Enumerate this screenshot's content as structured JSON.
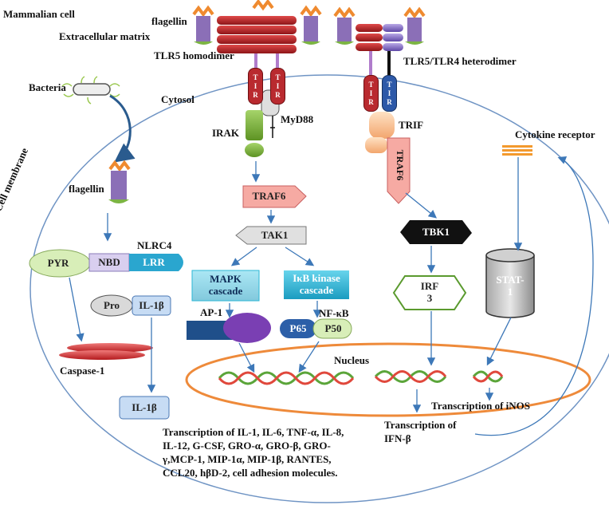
{
  "labels": {
    "mammalian_cell": "Mammalian cell",
    "extracellular_matrix": "Extracellular matrix",
    "flagellin_top": "flagellin",
    "flagellin_left": "flagellin",
    "tlr5_homodimer": "TLR5 homodimer",
    "tlr5_tlr4_heterodimer": "TLR5/TLR4 heterodimer",
    "bacteria": "Bacteria",
    "cytosol": "Cytosol",
    "cell_membrane": "Cell membrane",
    "myd88": "MyD88",
    "irak": "IRAK",
    "trif": "TRIF",
    "traf6_right": "TRAF6",
    "cytokine_receptor": "Cytokine receptor",
    "nlrc4": "NLRC4",
    "caspase1": "Caspase-1",
    "ap1": "AP-1",
    "nfkb": "NF-κB",
    "nucleus": "Nucleus"
  },
  "tir": [
    "T",
    "I",
    "R"
  ],
  "nodes": {
    "traf6": "TRAF6",
    "tak1": "TAK1",
    "tbk1": "TBK1",
    "irf3_line1": "IRF",
    "irf3_line2": "3",
    "stat1_line1": "STAT-",
    "stat1_line2": "1",
    "pyr": "PYR",
    "nbd": "NBD",
    "lrr": "LRR",
    "pro": "Pro",
    "il1b_pro": "IL-1β",
    "il1b_mature": "IL-1β",
    "mapk_line1": "MAPK",
    "mapk_line2": "cascade",
    "ikb_line1": "IκB kinase",
    "ikb_line2": "cascade",
    "p65": "P65",
    "p50": "P50"
  },
  "transcription": {
    "main_lines": [
      "Transcription of IL-1, IL-6, TNF-α, IL-8,",
      "IL-12, G-CSF, GRO-α, GRO-β, GRO-",
      "γ,MCP-1, MIP-1α, MIP-1β, RANTES,",
      "CCL20, hβD-2, cell adhesion molecules."
    ],
    "ifn_line1": "Transcription of",
    "ifn_line2": "IFN-β",
    "inos": "Transcription of iNOS"
  },
  "colors": {
    "tlr_red": "#c0262b",
    "tlr4_purple": "#8e79c6",
    "tir_blue": "#2d59a8",
    "irak_green": "#7fb53a",
    "traf6_pink": "#f4a09a",
    "tak1_gray": "#e0e0e0",
    "tbk1_black": "#111111",
    "cyan_cascade": "#2bb7d6",
    "nucleus_orange": "#ee8a3a",
    "cytokine_orange": "#f39a2e",
    "arrow_blue": "#3d78b8",
    "membrane_blue": "#6f94c4"
  }
}
